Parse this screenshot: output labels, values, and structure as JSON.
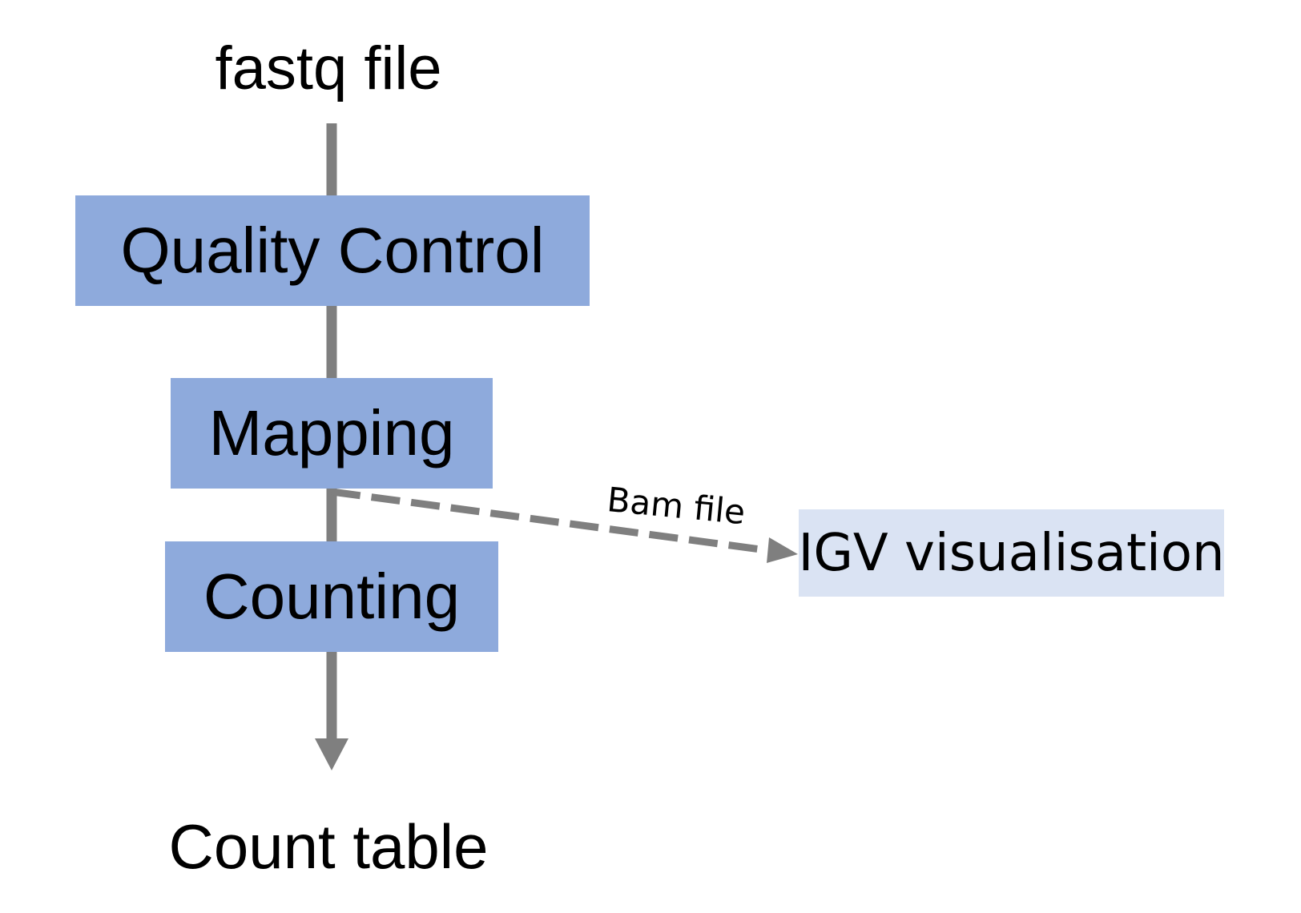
{
  "diagram": {
    "input_label": "fastq file",
    "steps": [
      {
        "label": "Quality Control"
      },
      {
        "label": "Mapping"
      },
      {
        "label": "Counting"
      }
    ],
    "output_label": "Count table",
    "side_output": {
      "edge_label": "Bam file",
      "target_label": "IGV visualisation"
    },
    "colors": {
      "step_fill": "#8eaadc",
      "side_target_fill": "#dae3f3",
      "connector": "#7f7f7f"
    }
  }
}
